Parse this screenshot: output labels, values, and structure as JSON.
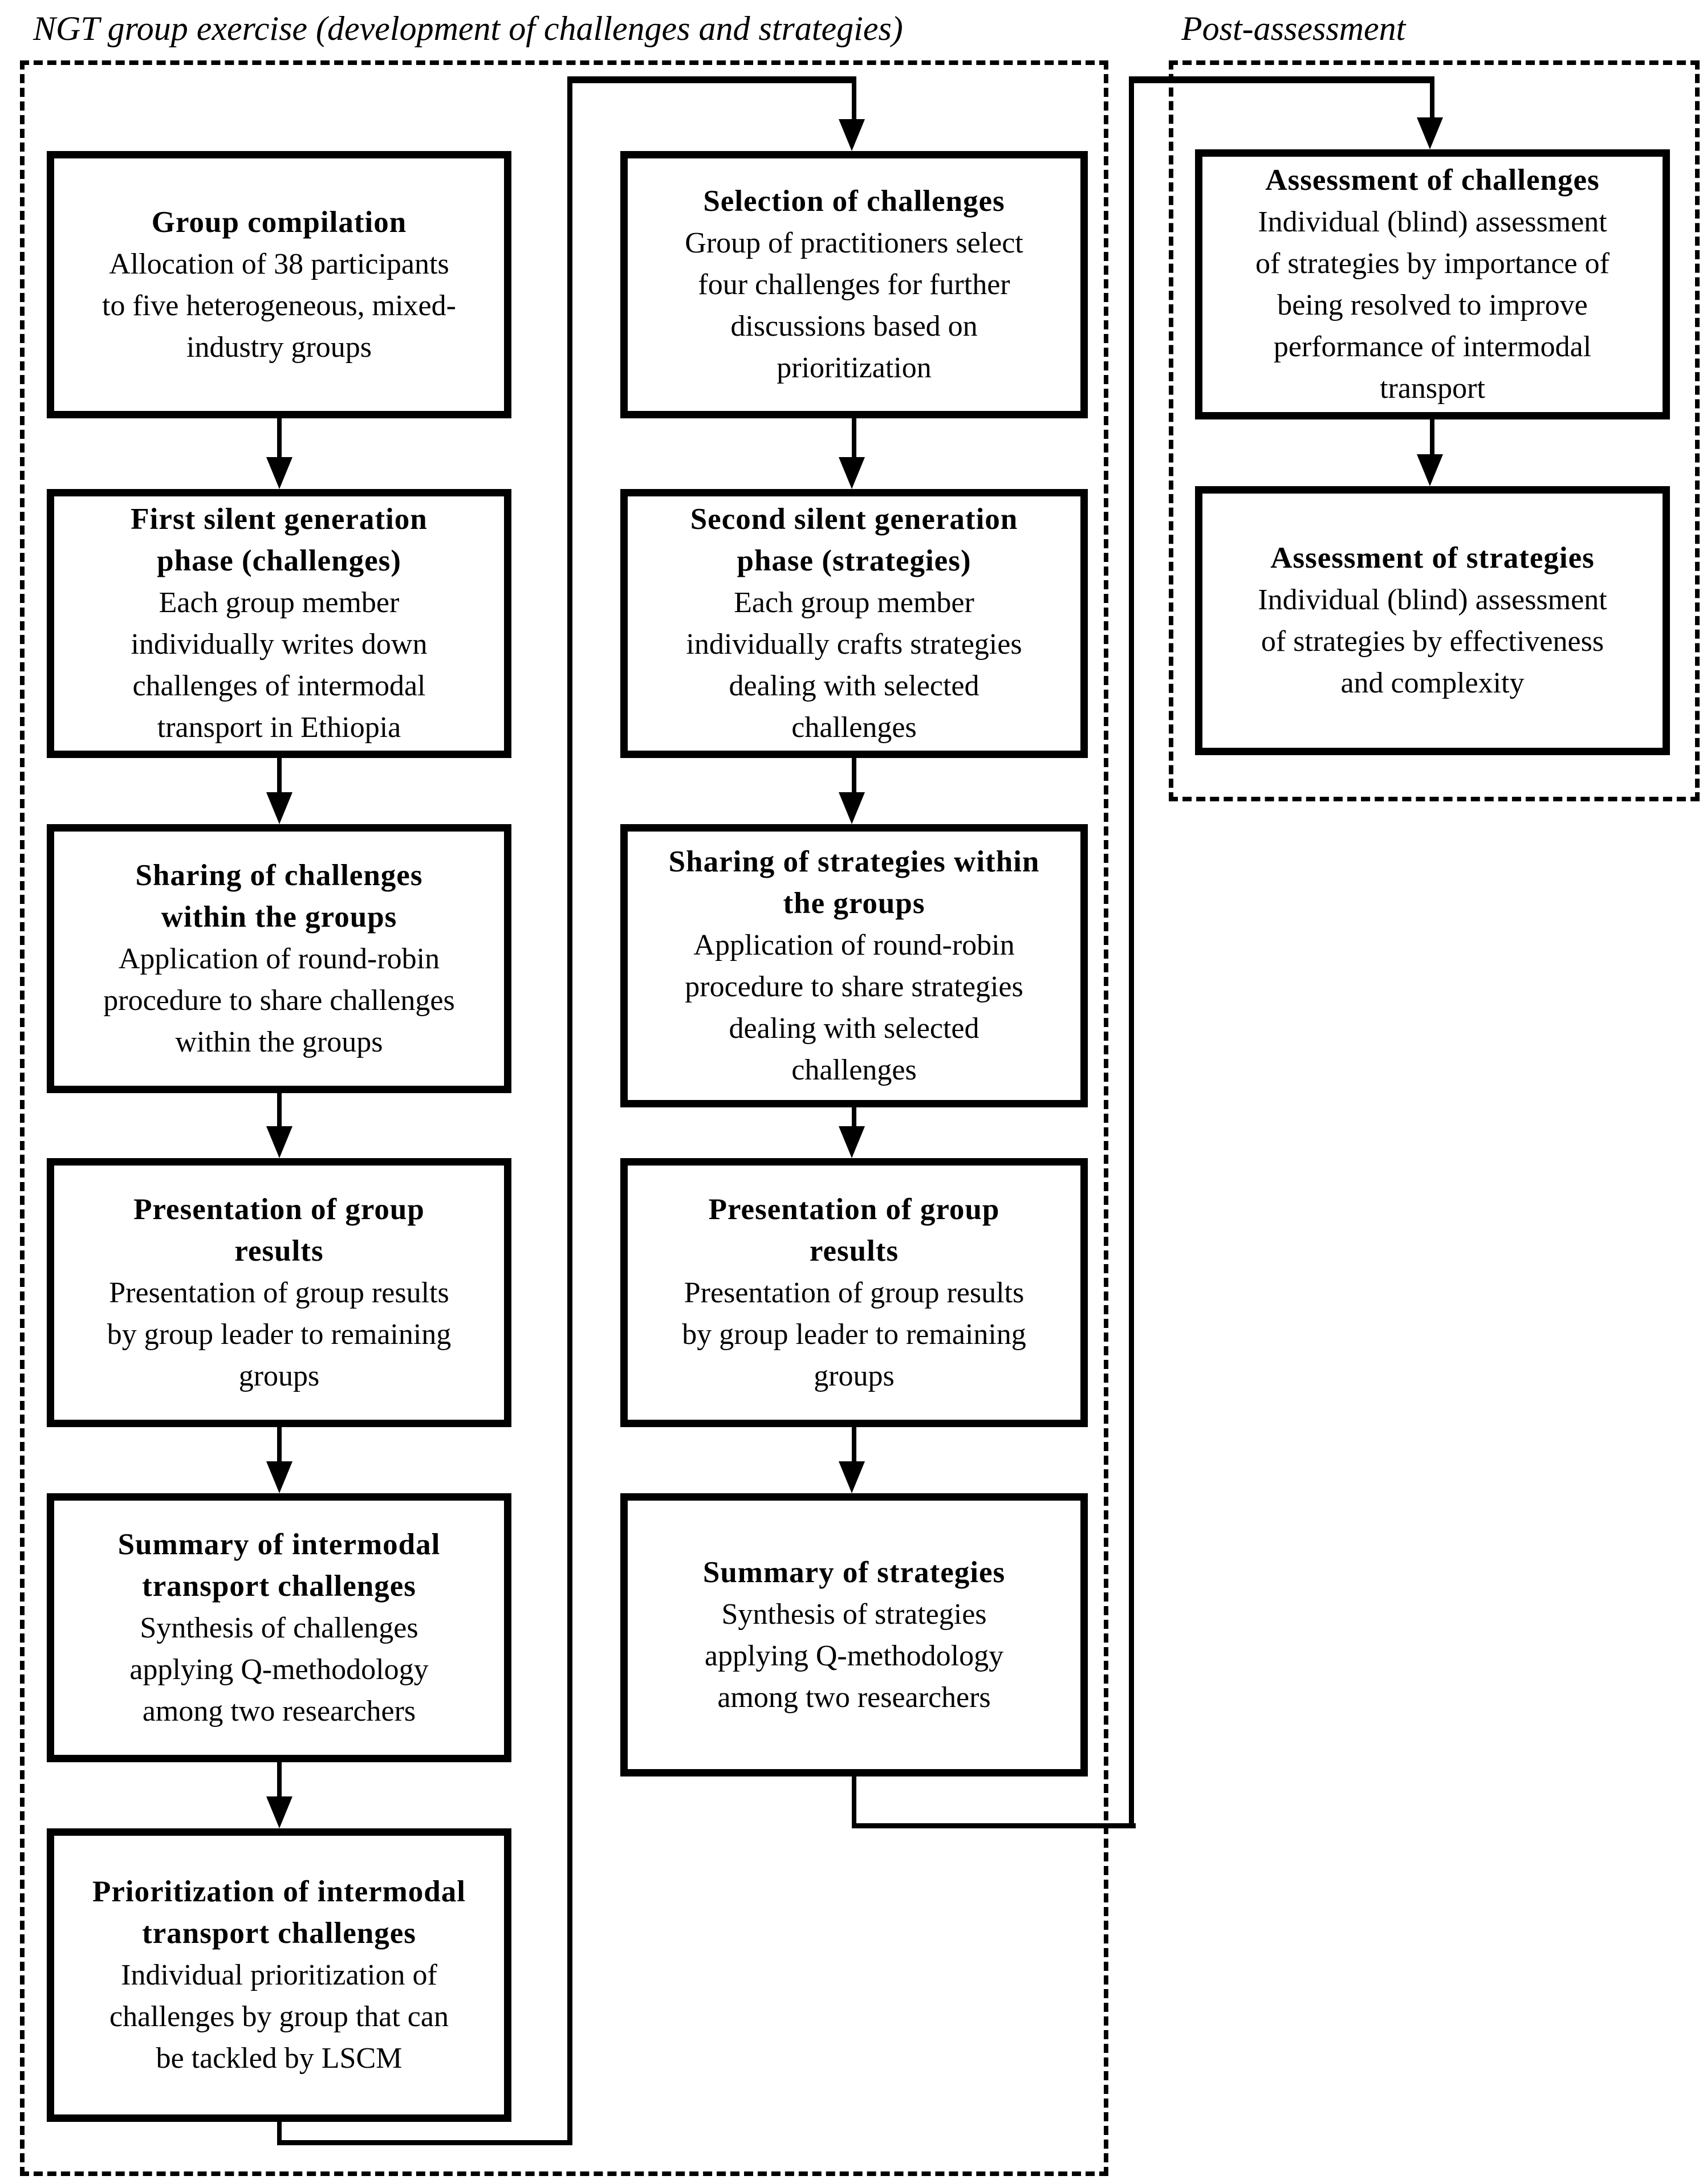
{
  "section_labels": {
    "left": "NGT group exercise (development of challenges and strategies)",
    "right": "Post-assessment"
  },
  "columns": {
    "left": [
      {
        "title": "Group compilation",
        "body": "Allocation of 38 participants\nto five heterogeneous, mixed-\nindustry groups"
      },
      {
        "title": "First silent generation\nphase (challenges)",
        "body": "Each group member\nindividually writes down\nchallenges of intermodal\ntransport in Ethiopia"
      },
      {
        "title": "Sharing of challenges\nwithin the groups",
        "body": "Application of round-robin\nprocedure to share challenges\nwithin the groups"
      },
      {
        "title": "Presentation of group\nresults",
        "body": "Presentation of group results\nby group leader to remaining\ngroups"
      },
      {
        "title": "Summary of intermodal\ntransport challenges",
        "body": "Synthesis of challenges\napplying Q-methodology\namong two researchers"
      },
      {
        "title": "Prioritization of intermodal\ntransport challenges",
        "body": "Individual prioritization of\nchallenges by group that can\nbe tackled by LSCM"
      }
    ],
    "middle": [
      {
        "title": "Selection of challenges",
        "body": "Group of practitioners select\nfour challenges for further\ndiscussions based on\nprioritization"
      },
      {
        "title": "Second silent generation\nphase (strategies)",
        "body": "Each group member\nindividually crafts strategies\ndealing with selected\nchallenges"
      },
      {
        "title": "Sharing of strategies within\nthe groups",
        "body": "Application of round-robin\nprocedure to share strategies\ndealing with selected\nchallenges"
      },
      {
        "title": "Presentation of group\nresults",
        "body": "Presentation of group results\nby group leader to remaining\ngroups"
      },
      {
        "title": "Summary of strategies",
        "body": "Synthesis of strategies\napplying Q-methodology\namong two researchers"
      }
    ],
    "right": [
      {
        "title": "Assessment of challenges",
        "body": "Individual (blind) assessment\nof strategies by importance of\nbeing resolved to improve\nperformance of intermodal\ntransport"
      },
      {
        "title": "Assessment of strategies",
        "body": "Individual (blind) assessment\nof strategies by effectiveness\nand complexity"
      }
    ]
  },
  "colors": {
    "ink": "#000000",
    "paper": "#ffffff"
  }
}
